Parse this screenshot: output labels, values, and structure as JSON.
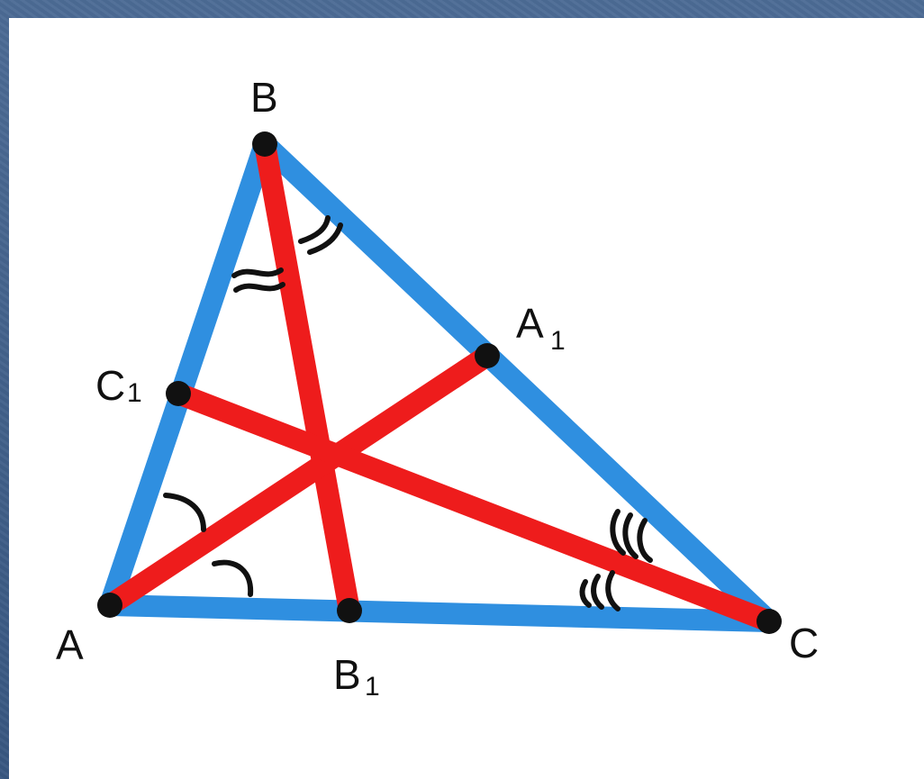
{
  "colors": {
    "triangle": "#2f8fe0",
    "bisector": "#ee1c1c",
    "marks": "#111111",
    "frame": "#3d5f8c"
  },
  "labels": {
    "A": "A",
    "B": "B",
    "C": "C",
    "A1_main": "A",
    "A1_sub": "1",
    "B1_main": "B",
    "B1_sub": "1",
    "C1_main": "C",
    "C1_sub": "1"
  }
}
